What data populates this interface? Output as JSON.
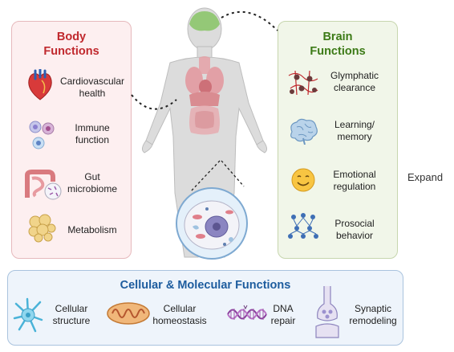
{
  "body_functions": {
    "title": "Body\nFunctions",
    "items": [
      {
        "label": "Cardiovascular\nhealth",
        "icon": "heart-icon"
      },
      {
        "label": "Immune\nfunction",
        "icon": "immune-cells-icon"
      },
      {
        "label": "Gut\nmicrobiome",
        "icon": "intestine-icon"
      },
      {
        "label": "Metabolism",
        "icon": "fat-cells-icon"
      }
    ]
  },
  "brain_functions": {
    "title": "Brain\nFunctions",
    "items": [
      {
        "label": "Glymphatic\nclearance",
        "icon": "glymphatic-icon"
      },
      {
        "label": "Learning/\nmemory",
        "icon": "brain-icon"
      },
      {
        "label": "Emotional\nregulation",
        "icon": "smiley-icon"
      },
      {
        "label": "Prosocial\nbehavior",
        "icon": "people-network-icon"
      }
    ]
  },
  "cellular_functions": {
    "title": "Cellular & Molecular Functions",
    "items": [
      {
        "label": "Cellular\nstructure",
        "icon": "astrocyte-icon"
      },
      {
        "label": "Cellular\nhomeostasis",
        "icon": "mitochondria-icon"
      },
      {
        "label": "DNA\nrepair",
        "icon": "dna-icon"
      },
      {
        "label": "Synaptic\nremodeling",
        "icon": "synapse-icon"
      }
    ]
  },
  "expand_label": "Expand",
  "colors": {
    "body_title": "#c0282d",
    "brain_title": "#3c7a16",
    "cell_title": "#1d5c9e"
  }
}
